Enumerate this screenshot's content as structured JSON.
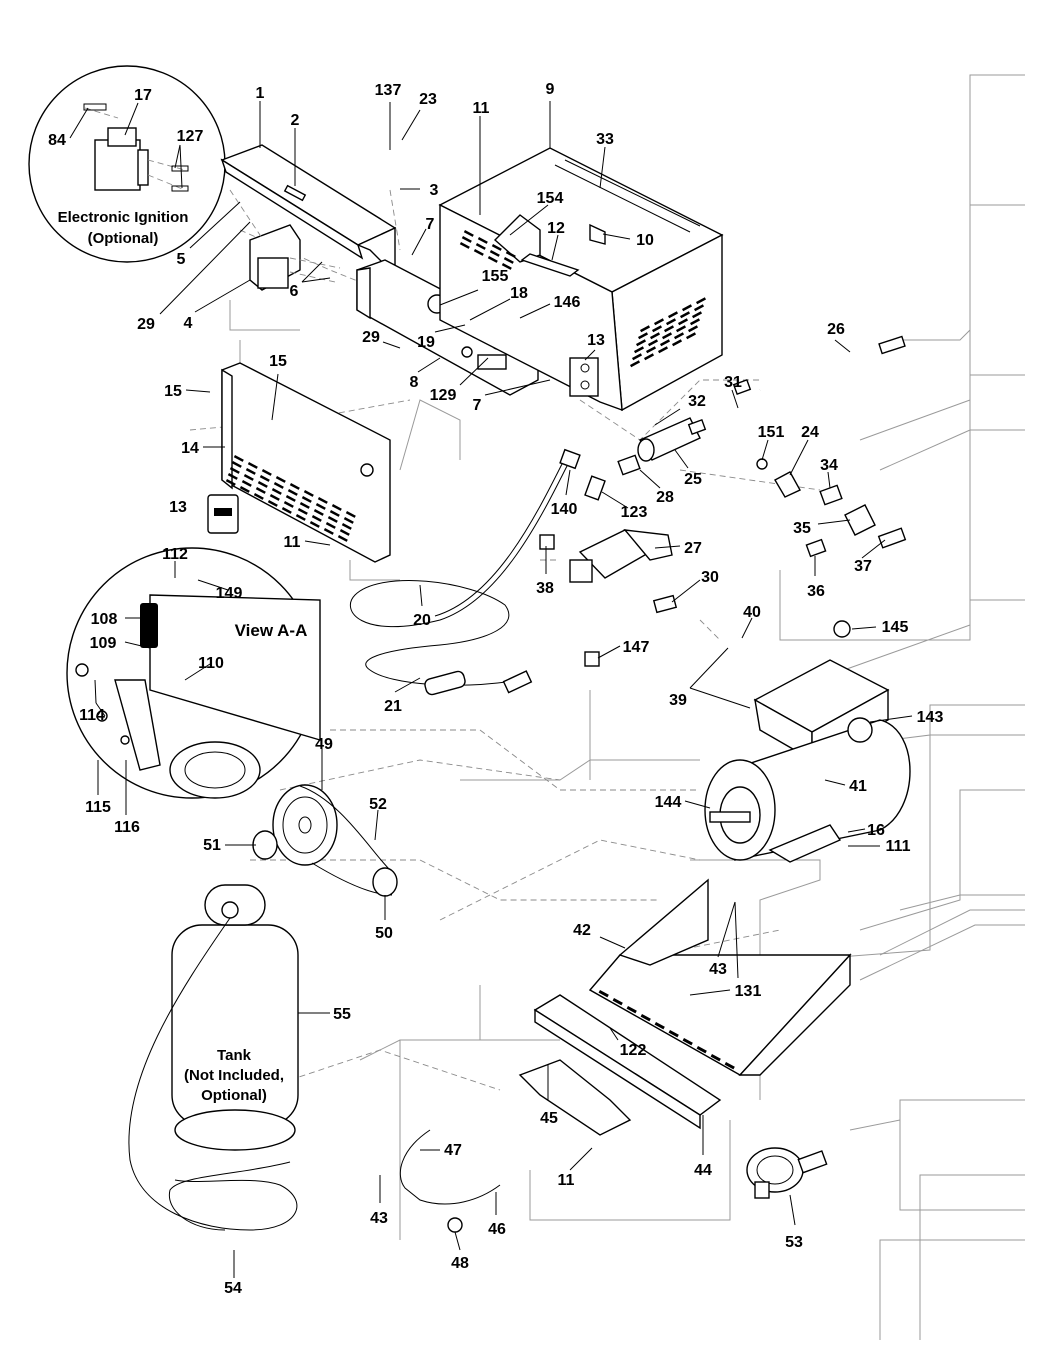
{
  "callouts": [
    {
      "id": "c1",
      "text": "1"
    },
    {
      "id": "c2",
      "text": "2"
    },
    {
      "id": "c137",
      "text": "137"
    },
    {
      "id": "c23",
      "text": "23"
    },
    {
      "id": "c11a",
      "text": "11"
    },
    {
      "id": "c9",
      "text": "9"
    },
    {
      "id": "c33",
      "text": "33"
    },
    {
      "id": "c3",
      "text": "3"
    },
    {
      "id": "c17",
      "text": "17"
    },
    {
      "id": "c84",
      "text": "84"
    },
    {
      "id": "c127",
      "text": "127"
    },
    {
      "id": "c5",
      "text": "5"
    },
    {
      "id": "c29a",
      "text": "29"
    },
    {
      "id": "c4",
      "text": "4"
    },
    {
      "id": "c6",
      "text": "6"
    },
    {
      "id": "c7a",
      "text": "7"
    },
    {
      "id": "c154",
      "text": "154"
    },
    {
      "id": "c12",
      "text": "12"
    },
    {
      "id": "c10",
      "text": "10"
    },
    {
      "id": "c155",
      "text": "155"
    },
    {
      "id": "c18",
      "text": "18"
    },
    {
      "id": "c146",
      "text": "146"
    },
    {
      "id": "c19",
      "text": "19"
    },
    {
      "id": "c29b",
      "text": "29"
    },
    {
      "id": "c8",
      "text": "8"
    },
    {
      "id": "c129",
      "text": "129"
    },
    {
      "id": "c7b",
      "text": "7"
    },
    {
      "id": "c13a",
      "text": "13"
    },
    {
      "id": "c26",
      "text": "26"
    },
    {
      "id": "c15a",
      "text": "15"
    },
    {
      "id": "c15b",
      "text": "15"
    },
    {
      "id": "c14",
      "text": "14"
    },
    {
      "id": "c31",
      "text": "31"
    },
    {
      "id": "c32",
      "text": "32"
    },
    {
      "id": "c151",
      "text": "151"
    },
    {
      "id": "c24",
      "text": "24"
    },
    {
      "id": "c34",
      "text": "34"
    },
    {
      "id": "c25",
      "text": "25"
    },
    {
      "id": "c28",
      "text": "28"
    },
    {
      "id": "c13b",
      "text": "13"
    },
    {
      "id": "c140",
      "text": "140"
    },
    {
      "id": "c123",
      "text": "123"
    },
    {
      "id": "c35",
      "text": "35"
    },
    {
      "id": "c11b",
      "text": "11"
    },
    {
      "id": "c27",
      "text": "27"
    },
    {
      "id": "c37",
      "text": "37"
    },
    {
      "id": "c112",
      "text": "112"
    },
    {
      "id": "c38",
      "text": "38"
    },
    {
      "id": "c30",
      "text": "30"
    },
    {
      "id": "c36",
      "text": "36"
    },
    {
      "id": "c149",
      "text": "149"
    },
    {
      "id": "c108",
      "text": "108"
    },
    {
      "id": "c20",
      "text": "20"
    },
    {
      "id": "c40",
      "text": "40"
    },
    {
      "id": "c145",
      "text": "145"
    },
    {
      "id": "c109",
      "text": "109"
    },
    {
      "id": "c147",
      "text": "147"
    },
    {
      "id": "c110",
      "text": "110"
    },
    {
      "id": "c39",
      "text": "39"
    },
    {
      "id": "c21",
      "text": "21"
    },
    {
      "id": "c143",
      "text": "143"
    },
    {
      "id": "c114",
      "text": "114"
    },
    {
      "id": "c49",
      "text": "49"
    },
    {
      "id": "c41",
      "text": "41"
    },
    {
      "id": "c52",
      "text": "52"
    },
    {
      "id": "c144",
      "text": "144"
    },
    {
      "id": "c115",
      "text": "115"
    },
    {
      "id": "c116",
      "text": "116"
    },
    {
      "id": "c16",
      "text": "16"
    },
    {
      "id": "c51",
      "text": "51"
    },
    {
      "id": "c111",
      "text": "111"
    },
    {
      "id": "c50",
      "text": "50"
    },
    {
      "id": "c42",
      "text": "42"
    },
    {
      "id": "c43a",
      "text": "43"
    },
    {
      "id": "c131",
      "text": "131"
    },
    {
      "id": "c55",
      "text": "55"
    },
    {
      "id": "c122",
      "text": "122"
    },
    {
      "id": "c45",
      "text": "45"
    },
    {
      "id": "c47",
      "text": "47"
    },
    {
      "id": "c44",
      "text": "44"
    },
    {
      "id": "c11c",
      "text": "11"
    },
    {
      "id": "c43b",
      "text": "43"
    },
    {
      "id": "c46",
      "text": "46"
    },
    {
      "id": "c53",
      "text": "53"
    },
    {
      "id": "c48",
      "text": "48"
    },
    {
      "id": "c54",
      "text": "54"
    }
  ],
  "notes": {
    "electronic_ignition_line1": "Electronic Ignition",
    "electronic_ignition_line2": "(Optional)",
    "view_aa": "View A-A",
    "tank_line1": "Tank",
    "tank_line2": "(Not Included,",
    "tank_line3": "Optional)"
  }
}
